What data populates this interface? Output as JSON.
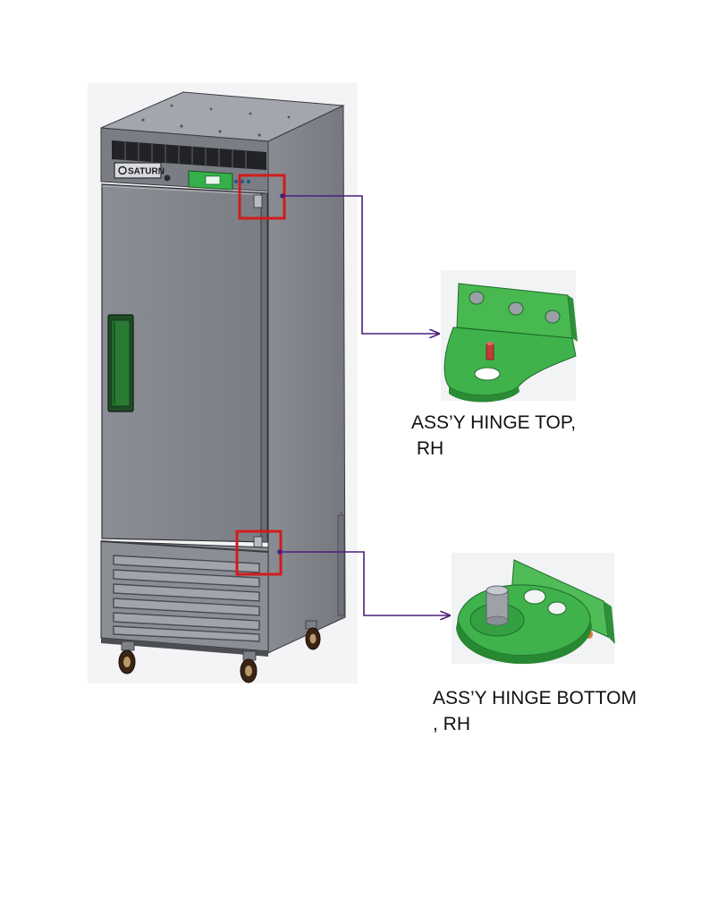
{
  "unit": {
    "brand_label": "SATURN"
  },
  "callouts": [
    {
      "id": "hinge-top",
      "line1": "ASS’Y HINGE TOP,",
      "line2": " RH"
    },
    {
      "id": "hinge-bottom",
      "line1": "ASS’Y HINGE BOTTOM",
      "line2": ", RH"
    }
  ],
  "colors": {
    "cabinet": "#7e8088",
    "cabinet_dark": "#5f6169",
    "part_green": "#3fb24c",
    "highlight_box": "#d11c1c",
    "leader_line": "#4b1f7a",
    "display_green": "#35b04a"
  }
}
